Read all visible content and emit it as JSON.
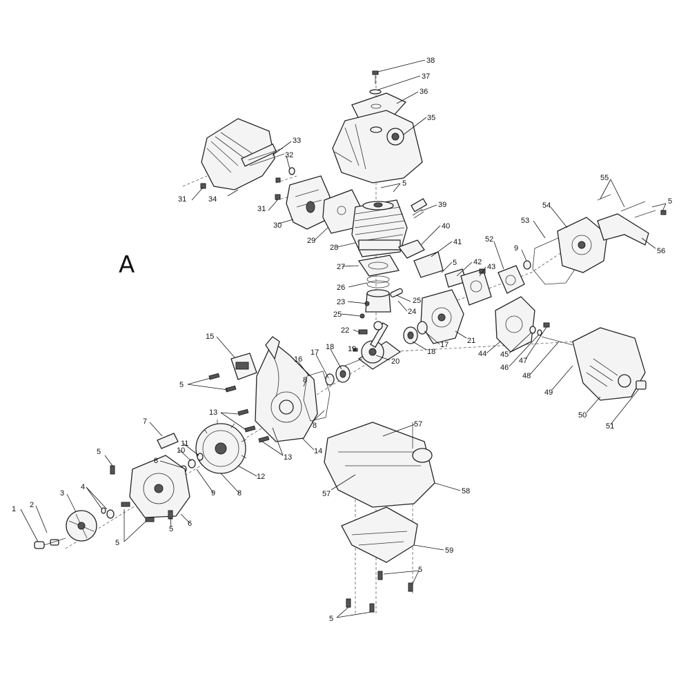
{
  "figure_label": "A",
  "callouts": [
    "1",
    "2",
    "3",
    "4",
    "5",
    "6",
    "7",
    "8",
    "9",
    "10",
    "11",
    "12",
    "13",
    "14",
    "15",
    "16",
    "17",
    "18",
    "19",
    "20",
    "21",
    "22",
    "23",
    "24",
    "25",
    "26",
    "27",
    "28",
    "29",
    "30",
    "31",
    "32",
    "33",
    "34",
    "35",
    "36",
    "37",
    "38",
    "39",
    "40",
    "41",
    "42",
    "43",
    "44",
    "45",
    "46",
    "47",
    "48",
    "49",
    "50",
    "51",
    "52",
    "53",
    "54",
    "55",
    "56",
    "57",
    "58",
    "59"
  ]
}
